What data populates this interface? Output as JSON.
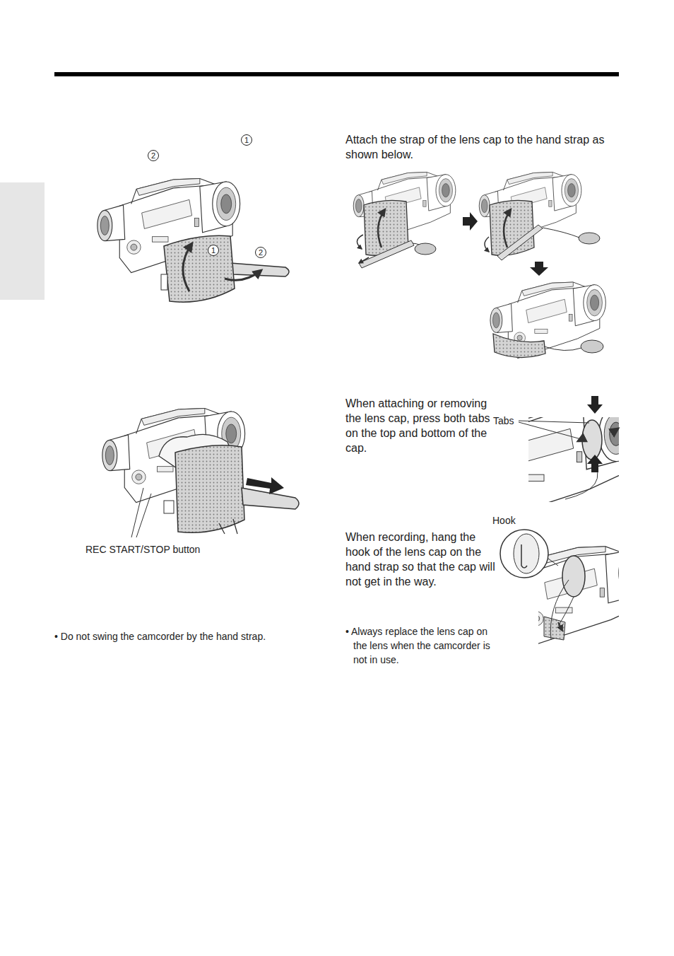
{
  "diagram": {
    "labels": [
      "1",
      "2",
      "Attach the strap of the lens cap to the hand strap as shown below.",
      "1",
      "2",
      "When attaching or removing the lens cap, press both tabs on the top and bottom of the cap.",
      "Tabs",
      "Hook",
      "REC START/STOP button",
      "When recording, hang the hook of the lens cap on the hand strap so that the cap will not get in the way.",
      "• Do not swing the camcorder by the hand strap.",
      "• Always replace the lens cap on the lens when the camcorder is not in use."
    ]
  }
}
